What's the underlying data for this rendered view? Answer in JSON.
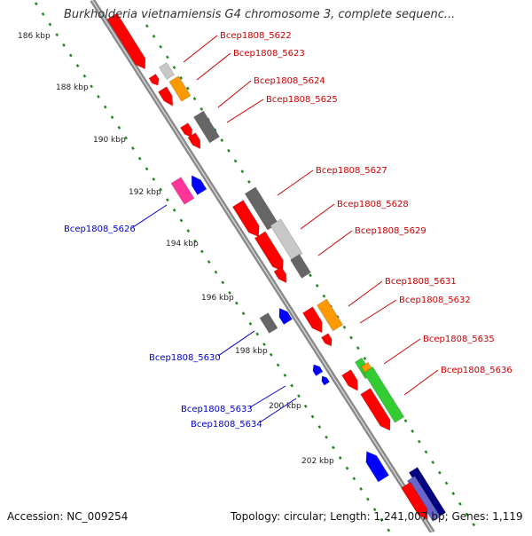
{
  "title": "Burkholderia vietnamiensis G4 chromosome 3, complete sequenc...",
  "footer": {
    "accession": "Accession: NC_009254",
    "topology": "Topology: circular; Length: 1,241,007 bp; Genes: 1,119"
  },
  "colors": {
    "backbone": "#888888",
    "red": "#ff0000",
    "orange": "#ff9900",
    "gray": "#666666",
    "lightgray": "#c8c8c8",
    "blue": "#0000ff",
    "magenta": "#ff3399",
    "green": "#33cc33",
    "navy": "#000080",
    "slate": "#6666cc",
    "dotted": "#228822",
    "label_forward": "#cc0000",
    "label_reverse": "#0000cc"
  },
  "scale_ticks": [
    "186 kbp",
    "188 kbp",
    "190 kbp",
    "192 kbp",
    "194 kbp",
    "196 kbp",
    "198 kbp",
    "200 kbp",
    "202 kbp"
  ],
  "forward_labels": [
    "Bcep1808_5622",
    "Bcep1808_5623",
    "Bcep1808_5624",
    "Bcep1808_5625",
    "Bcep1808_5627",
    "Bcep1808_5628",
    "Bcep1808_5629",
    "Bcep1808_5631",
    "Bcep1808_5632",
    "Bcep1808_5635",
    "Bcep1808_5636"
  ],
  "reverse_labels": [
    "Bcep1808_5626",
    "Bcep1808_5630",
    "Bcep1808_5633",
    "Bcep1808_5634"
  ]
}
